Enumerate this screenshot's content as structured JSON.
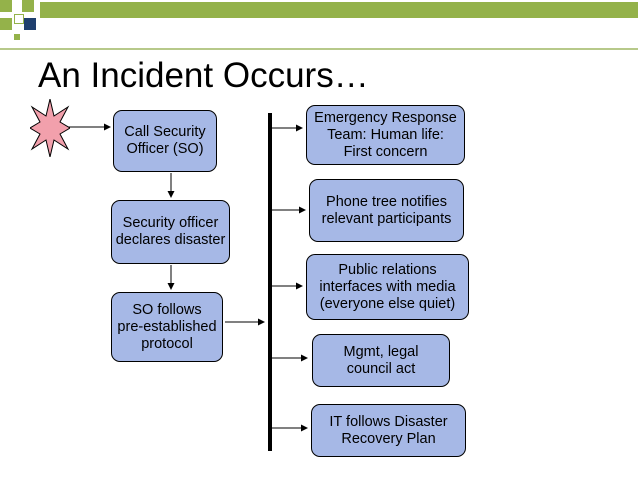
{
  "slide": {
    "title": "An Incident Occurs…"
  },
  "left_boxes": [
    {
      "text": "Call Security\nOfficer (SO)"
    },
    {
      "text": "Security officer\ndeclares disaster"
    },
    {
      "text": "SO follows\npre-established\nprotocol"
    }
  ],
  "right_boxes": [
    {
      "text": "Emergency Response\nTeam:  Human life:\nFirst concern"
    },
    {
      "text": "Phone tree notifies\nrelevant participants"
    },
    {
      "text": "Public relations\ninterfaces with media\n(everyone else quiet)"
    },
    {
      "text": "Mgmt, legal\ncouncil act"
    },
    {
      "text": "IT follows Disaster\nRecovery Plan"
    }
  ],
  "colors": {
    "box_fill": "#a6b8e6",
    "burst_fill": "#f2a0ac",
    "accent_green": "#94b24a",
    "accent_navy": "#1f3f6e"
  },
  "icons": {
    "incident": "starburst-icon"
  }
}
